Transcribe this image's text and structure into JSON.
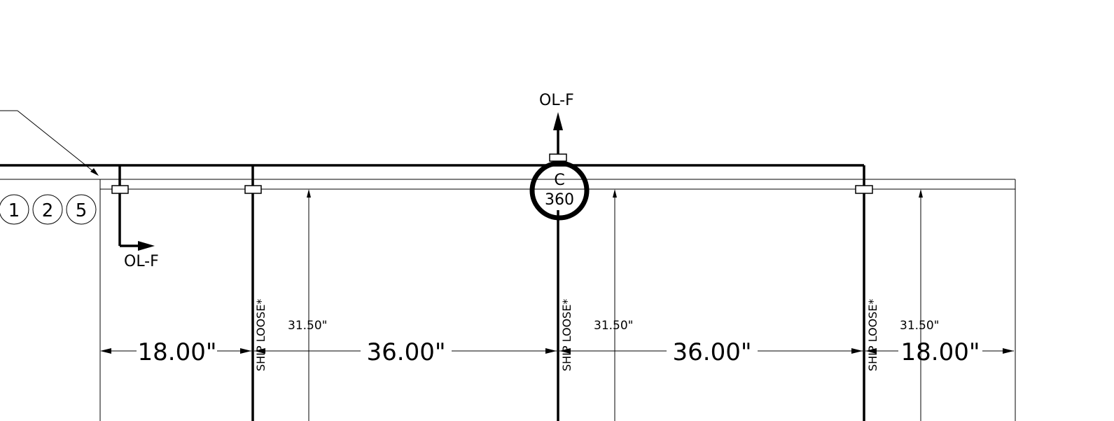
{
  "detail_bubbles": [
    "1",
    "2",
    "5"
  ],
  "section_markers": {
    "left_label": "OL-F",
    "top_label": "OL-F"
  },
  "centerline_callout": {
    "symbol": "C",
    "number": "360"
  },
  "post_notes": [
    "SHIP LOOSE*",
    "SHIP LOOSE*",
    "SHIP LOOSE*"
  ],
  "dimensions": {
    "spacings": [
      "18.00\"",
      "36.00\"",
      "36.00\"",
      "18.00\""
    ],
    "heights": [
      "31.50\"",
      "31.50\"",
      "31.50\""
    ]
  }
}
